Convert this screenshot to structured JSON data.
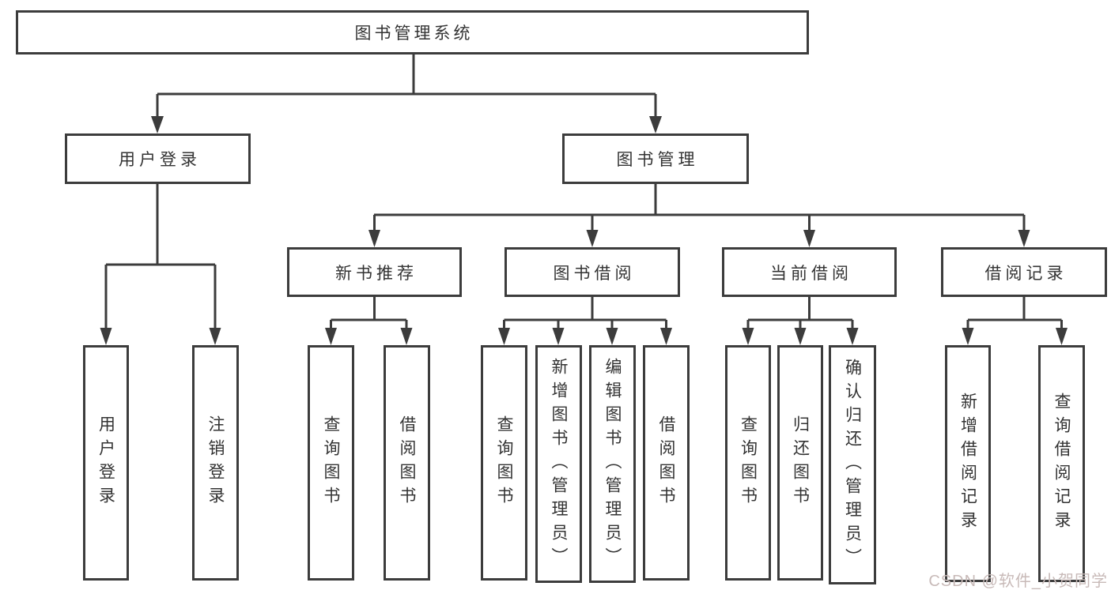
{
  "diagram": {
    "root": "图书管理系统",
    "level2": [
      "用户登录",
      "图书管理"
    ],
    "level3": [
      "新书推荐",
      "图书借阅",
      "当前借阅",
      "借阅记录"
    ],
    "leaves": {
      "user_login": [
        "用户登录",
        "注销登录"
      ],
      "new_book_recommend": [
        "查询图书",
        "借阅图书"
      ],
      "book_borrow": [
        "查询图书",
        "新增图书（管理员）",
        "编辑图书（管理员）",
        "借阅图书"
      ],
      "current_borrow": [
        "查询图书",
        "归还图书",
        "确认归还（管理员）"
      ],
      "borrow_record": [
        "新增借阅记录",
        "查询借阅记录"
      ]
    }
  },
  "watermark": "CSDN @软件_小贺同学",
  "colors": {
    "line": "#3c3c3c",
    "box_border": "#3c3c3c",
    "text": "#333333",
    "background": "#ffffff",
    "watermark": "#c8bab8"
  }
}
